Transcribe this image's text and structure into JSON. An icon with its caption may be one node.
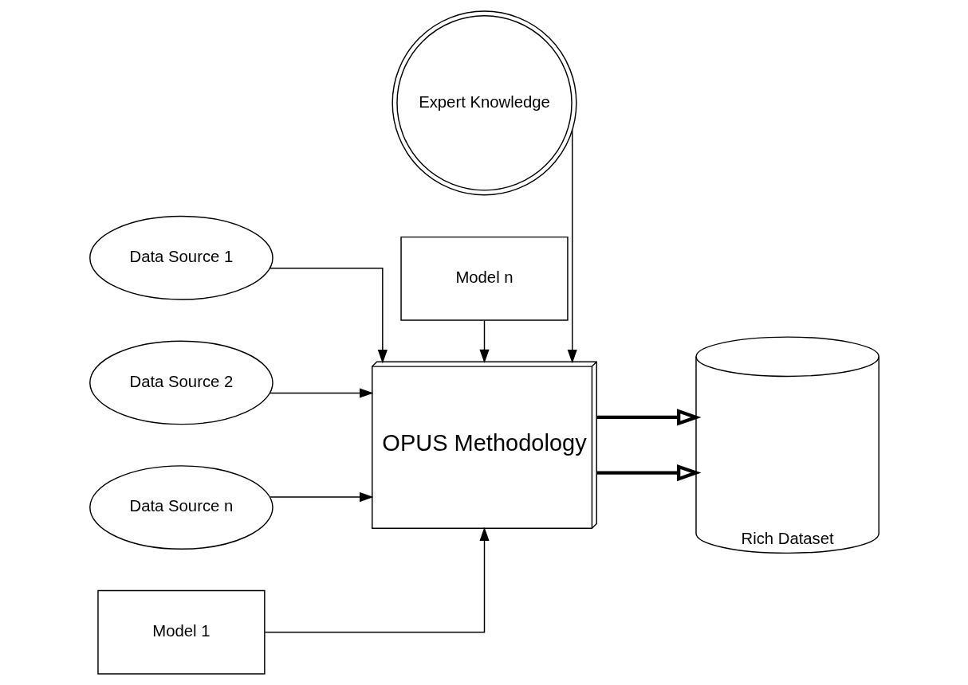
{
  "diagram": {
    "nodes": [
      {
        "text": [
          "Expert Knowledge"
        ]
      },
      {
        "text": [
          "Data Source 1"
        ]
      },
      {
        "text": [
          "Data Source 2"
        ]
      },
      {
        "text": [
          "Data Source n"
        ]
      },
      {
        "text": [
          "OPUS Methodology"
        ]
      },
      {
        "text": [
          "Rich Dataset"
        ]
      },
      {
        "text": [
          "Model 1"
        ]
      },
      {
        "text": [
          "Model n"
        ]
      }
    ],
    "edges": [
      {
        "from": 0,
        "to": 4,
        "arrow": "to"
      },
      {
        "from": 1,
        "to": 4,
        "arrow": "to"
      },
      {
        "from": 2,
        "to": 4,
        "arrow": "to"
      },
      {
        "from": 3,
        "to": 4,
        "arrow": "to"
      },
      {
        "from": 4,
        "to": 5,
        "arrow": "to",
        "style": "thick"
      },
      {
        "from": 4,
        "to": 5,
        "arrow": "to",
        "style": "thick"
      },
      {
        "from": 6,
        "to": 4,
        "arrow": "to"
      },
      {
        "from": 7,
        "to": 4,
        "arrow": "to"
      }
    ]
  }
}
